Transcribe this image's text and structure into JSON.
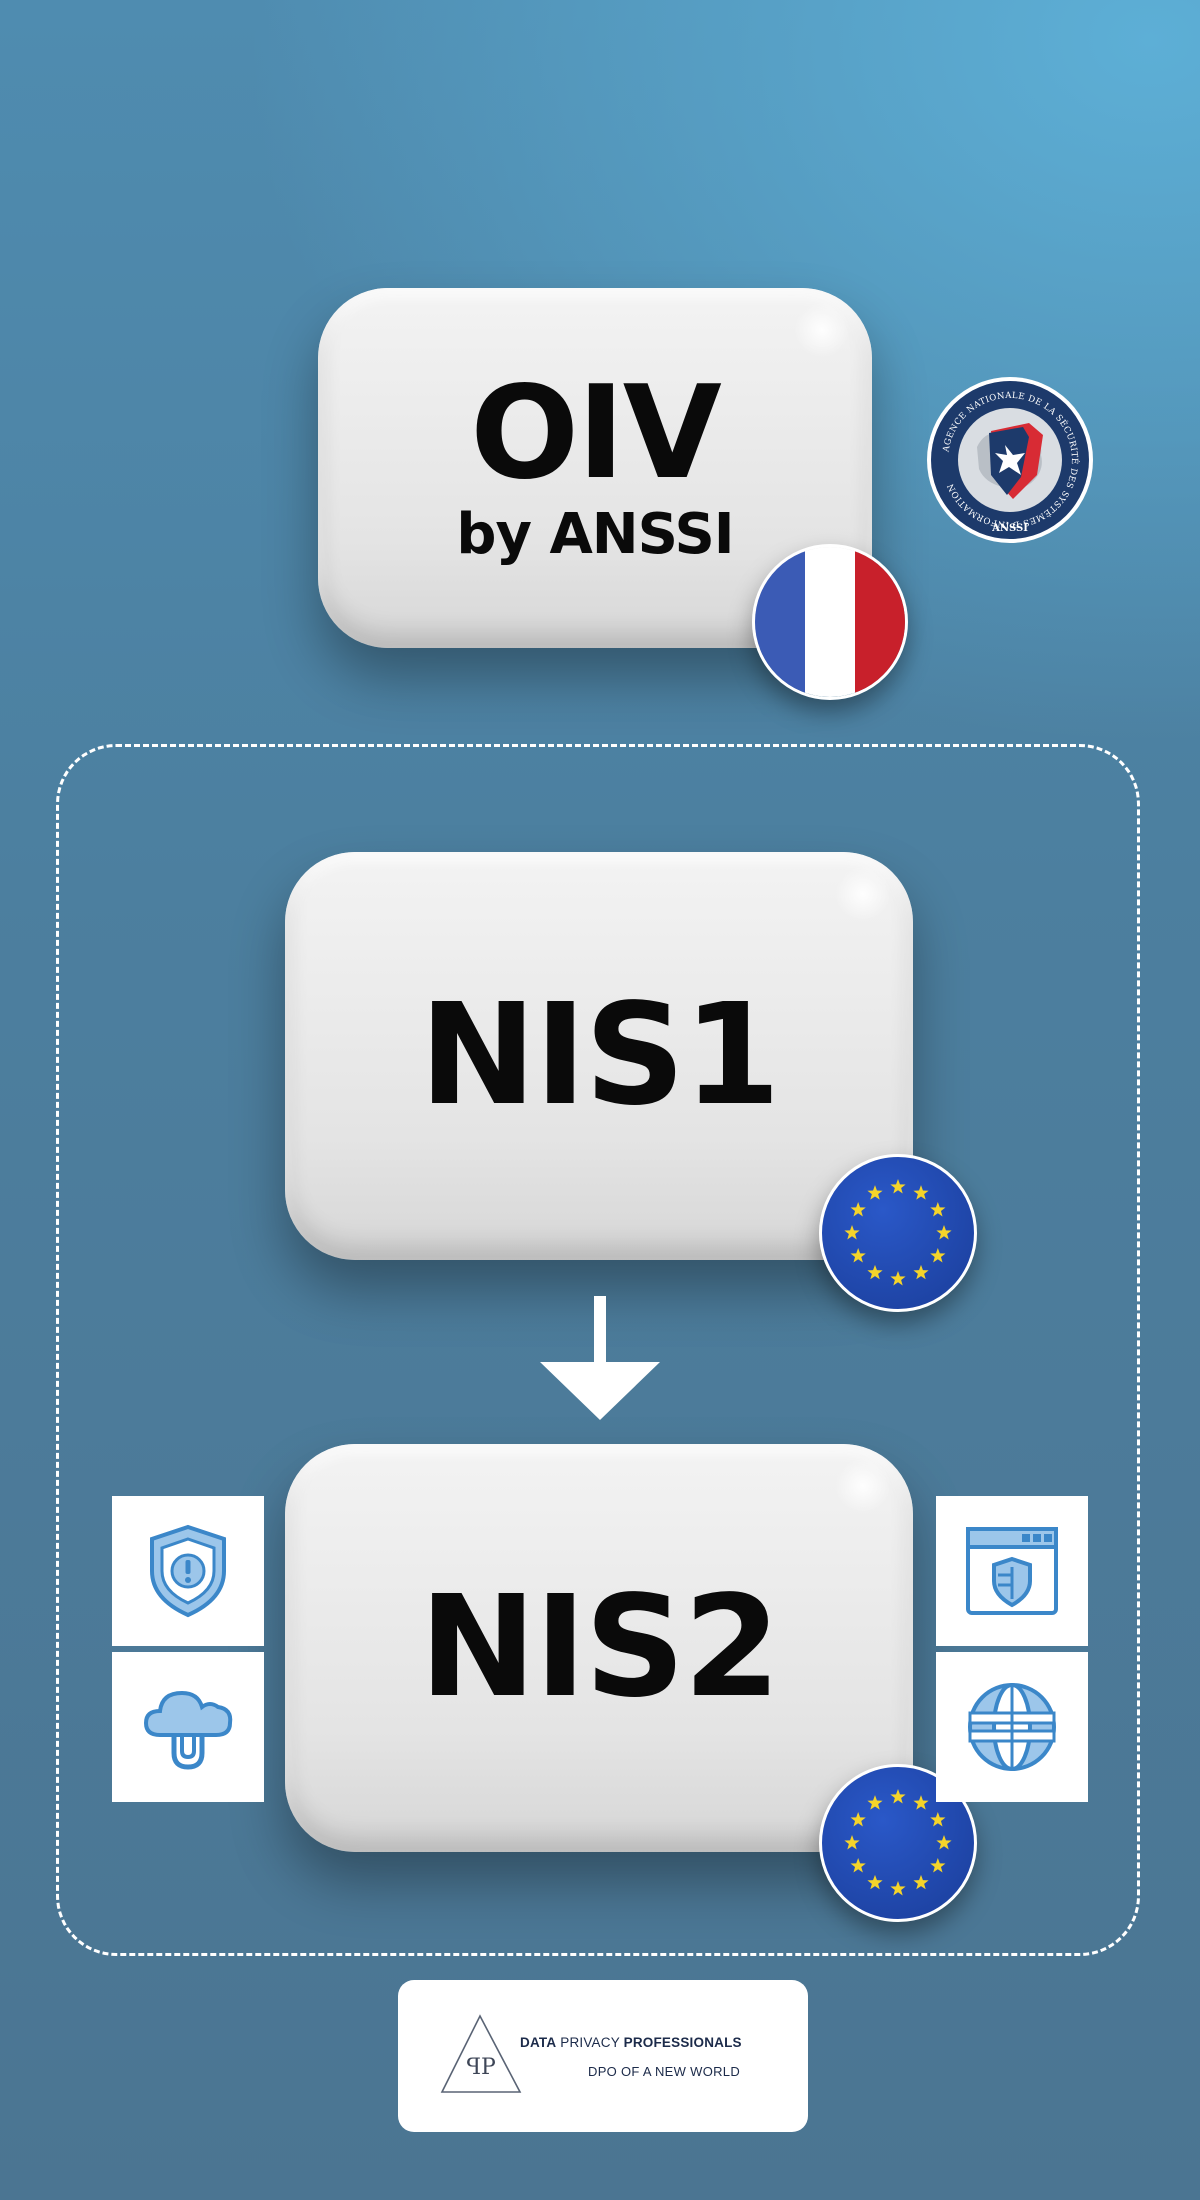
{
  "cards": {
    "oiv": {
      "title": "OIV",
      "subtitle": "by ANSSI"
    },
    "nis1": {
      "title": "NIS1"
    },
    "nis2": {
      "title": "NIS2"
    }
  },
  "seal": {
    "ring_text": "AGENCE NATIONALE DE LA SÉCURITÉ DES SYSTÈMES D'INFORMATION",
    "bottom_text": "ANSSI"
  },
  "badges": {
    "france_flag": {
      "colors": [
        "#3b5bb5",
        "#ffffff",
        "#c8202b"
      ]
    },
    "eu_flag": {
      "star_color": "#f5d42a",
      "stars": 12
    }
  },
  "side_icons": {
    "left": [
      "shield-alert-icon",
      "cloud-plug-icon"
    ],
    "right": [
      "browser-shield-icon",
      "globe-icon"
    ]
  },
  "footer": {
    "logo_letters": "ꟼP",
    "brand_part1": "DATA",
    "brand_part2": "PRIVACY",
    "brand_part3": "PROFESSIONALS",
    "tagline": "DPO OF A NEW WORLD"
  },
  "colors": {
    "accent_blue": "#3b87c9",
    "icon_fill": "#9cc6ea"
  }
}
